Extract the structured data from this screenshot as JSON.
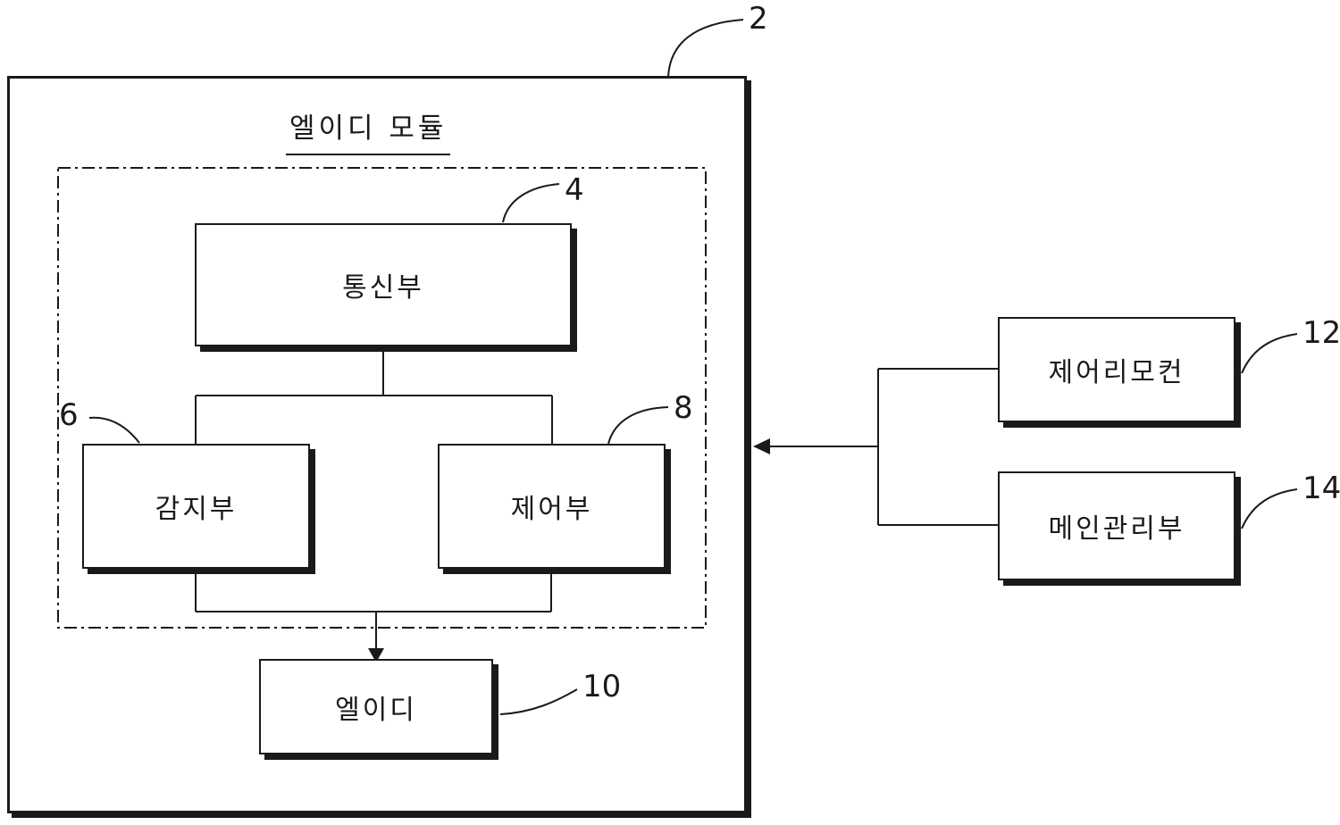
{
  "diagram": {
    "outer_box": {
      "ref": "2",
      "title": "엘이디 모듈"
    },
    "blocks": {
      "comm": {
        "label": "통신부",
        "ref": "4"
      },
      "sensor": {
        "label": "감지부",
        "ref": "6"
      },
      "control": {
        "label": "제어부",
        "ref": "8"
      },
      "led": {
        "label": "엘이디",
        "ref": "10"
      },
      "remote": {
        "label": "제어리모컨",
        "ref": "12"
      },
      "main": {
        "label": "메인관리부",
        "ref": "14"
      }
    },
    "colors": {
      "line": "#1a1a1a",
      "background": "#ffffff"
    }
  }
}
